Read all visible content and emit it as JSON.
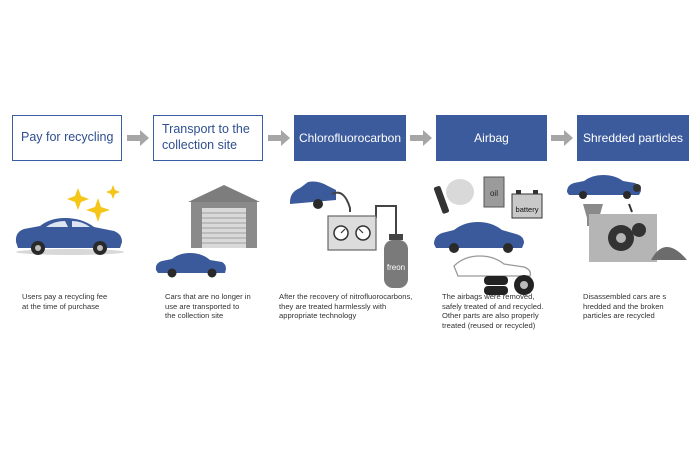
{
  "steps": [
    {
      "label": "Pay for recycling",
      "style": "outlined"
    },
    {
      "label": "Transport to the\ncollection site",
      "style": "outlined"
    },
    {
      "label": "Chlorofluorocarbon",
      "style": "filled"
    },
    {
      "label": "Airbag",
      "style": "filled"
    },
    {
      "label": "Shredded particles",
      "style": "filled"
    }
  ],
  "descriptions": [
    "Users pay a recycling fee\nat the time of purchase",
    "Cars that are no longer in\nuse are transported to\nthe collection site",
    "After the recovery of nitrofluorocarbons,\nthey are treated harmlessly with\nappropriate technology",
    "The airbags were removed,\nsafely treated of and recycled.\nOther parts are also properly\ntreated (reused or recycled)",
    "Disassembled cars are s\nhredded and the broken\nparticles are recycled"
  ],
  "illustration_labels": {
    "freon": "freon",
    "oil": "oil",
    "battery": "battery"
  },
  "colors": {
    "accent": "#3c5b9c",
    "car": "#3b5a9b",
    "arrow": "#a6a6a6",
    "sparkle": "#f5c518",
    "gray": "#8a8a8a"
  },
  "icons": [
    "sparkle-icon",
    "car-icon",
    "garage-icon",
    "freon-tank-icon",
    "airbag-icon",
    "oil-can-icon",
    "battery-icon",
    "tire-icon",
    "shredder-icon"
  ]
}
